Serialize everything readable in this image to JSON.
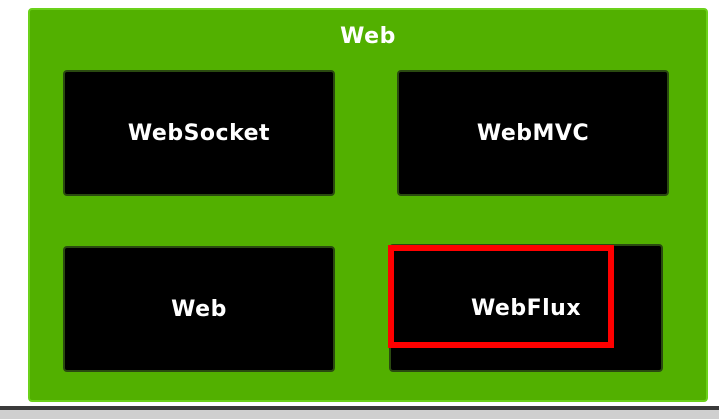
{
  "container": {
    "title": "Web"
  },
  "modules": {
    "websocket": "WebSocket",
    "webmvc": "WebMVC",
    "web": "Web",
    "webflux": "WebFlux"
  },
  "colors": {
    "container_fill": "#52b000",
    "module_fill": "#000000",
    "highlight": "#ff0000",
    "text": "#ffffff"
  }
}
